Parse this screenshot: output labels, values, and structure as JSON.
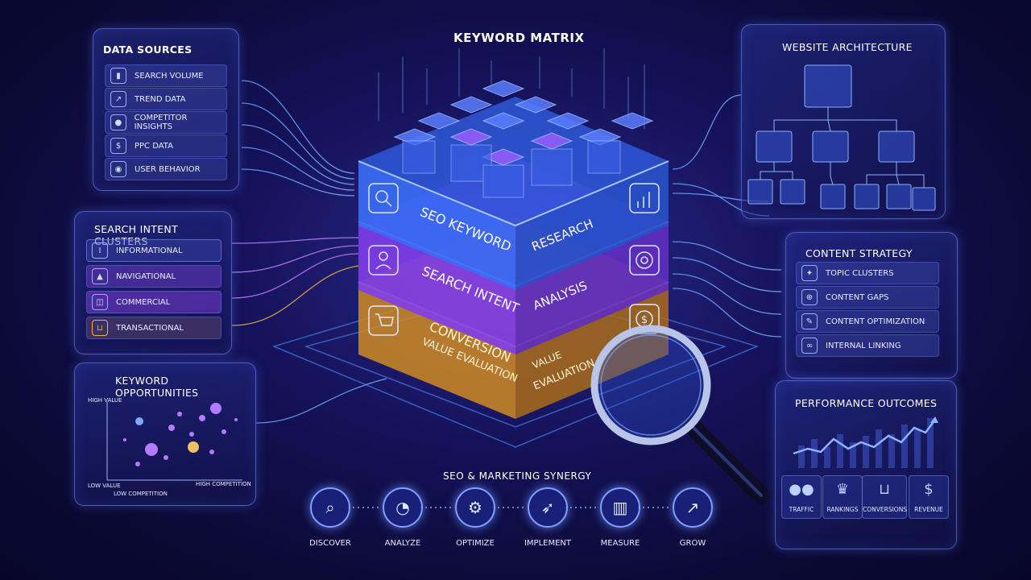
{
  "title": "KEYWORD MATRIX",
  "synergy_title": "SEO & MARKETING SYNERGY",
  "layers": {
    "top": [
      "SEO KEYWORD",
      "RESEARCH"
    ],
    "middle": [
      "SEARCH INTENT",
      "ANALYSIS"
    ],
    "bottom": [
      "CONVERSION",
      "VALUE EVALUATION",
      "VALUE",
      "EVALUATION"
    ]
  },
  "data_sources": {
    "title": "DATA SOURCES",
    "items": [
      {
        "label": "SEARCH VOLUME",
        "icon": "bar-chart-icon"
      },
      {
        "label": "TREND DATA",
        "icon": "trend-line-icon"
      },
      {
        "label": "COMPETITOR INSIGHTS",
        "icon": "users-icon"
      },
      {
        "label": "PPC DATA",
        "icon": "dollar-icon"
      },
      {
        "label": "USER BEHAVIOR",
        "icon": "user-icon"
      }
    ]
  },
  "intent_clusters": {
    "title": "SEARCH INTENT CLUSTERS",
    "items": [
      {
        "label": "INFORMATIONAL",
        "icon": "info-icon"
      },
      {
        "label": "NAVIGATIONAL",
        "icon": "navigation-icon"
      },
      {
        "label": "COMMERCIAL",
        "icon": "bag-icon"
      },
      {
        "label": "TRANSACTIONAL",
        "icon": "cart-icon"
      }
    ]
  },
  "opportunities": {
    "title": "KEYWORD OPPORTUNITIES",
    "y_high": "HIGH VALUE",
    "y_low": "LOW VALUE",
    "x_low": "LOW COMPETITION",
    "x_high": "HIGH COMPETITION"
  },
  "architecture": {
    "title": "WEBSITE ARCHITECTURE"
  },
  "content_strategy": {
    "title": "CONTENT STRATEGY",
    "items": [
      {
        "label": "TOPIC CLUSTERS",
        "icon": "cluster-icon"
      },
      {
        "label": "CONTENT GAPS",
        "icon": "target-icon"
      },
      {
        "label": "CONTENT OPTIMIZATION",
        "icon": "pencil-icon"
      },
      {
        "label": "INTERNAL LINKING",
        "icon": "link-icon"
      }
    ]
  },
  "performance": {
    "title": "PERFORMANCE OUTCOMES",
    "items": [
      {
        "label": "TRAFFIC",
        "icon": "users-icon"
      },
      {
        "label": "RANKINGS",
        "icon": "trophy-icon"
      },
      {
        "label": "CONVERSIONS",
        "icon": "cart-icon"
      },
      {
        "label": "REVENUE",
        "icon": "dollar-icon"
      }
    ]
  },
  "steps": [
    {
      "label": "DISCOVER",
      "icon": "search-icon"
    },
    {
      "label": "ANALYZE",
      "icon": "pie-chart-icon"
    },
    {
      "label": "OPTIMIZE",
      "icon": "gear-icon"
    },
    {
      "label": "IMPLEMENT",
      "icon": "rocket-icon"
    },
    {
      "label": "MEASURE",
      "icon": "bar-chart-icon"
    },
    {
      "label": "GROW",
      "icon": "growth-arrow-icon"
    }
  ],
  "colors": {
    "accent": "#4c7dff",
    "purple": "#8a4dff",
    "gold": "#f0a830"
  }
}
